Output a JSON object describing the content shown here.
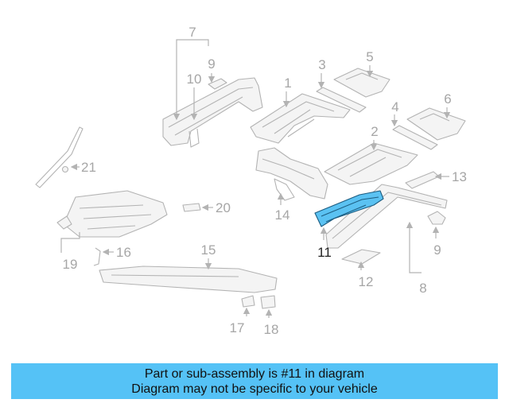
{
  "diagram": {
    "highlight_color": "#5bc2f2",
    "highlighted_part": "11",
    "callouts": [
      "7",
      "9",
      "10",
      "1",
      "3",
      "5",
      "4",
      "6",
      "2",
      "13",
      "21",
      "20",
      "14",
      "11",
      "19",
      "16",
      "15",
      "9",
      "12",
      "8",
      "17",
      "18"
    ]
  },
  "banner": {
    "line1": "Part or sub-assembly is #11 in diagram",
    "line2": "Diagram may not be specific to your vehicle",
    "color": "#55c2f6"
  }
}
